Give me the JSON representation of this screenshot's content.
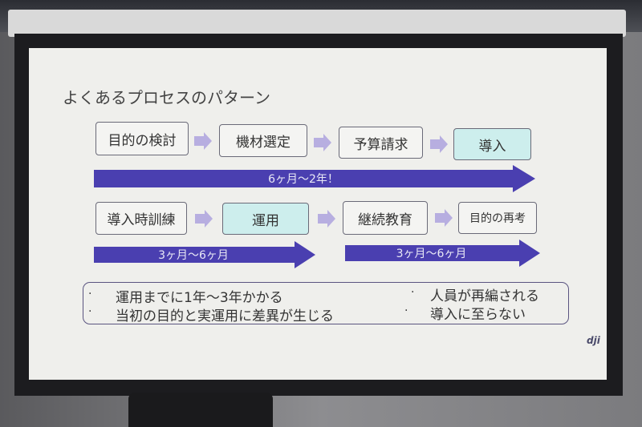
{
  "slide": {
    "title": "よくあるプロセスのパターン",
    "row1": [
      "目的の検討",
      "機材選定",
      "予算請求",
      "導入"
    ],
    "row1_arrow": "6ヶ月〜2年！",
    "row2": [
      "導入時訓練",
      "運用",
      "継続教育",
      "目的の再考"
    ],
    "row2_arrows": [
      "3ヶ月〜6ヶ月",
      "3ヶ月〜6ヶ月"
    ],
    "summary": {
      "left": [
        "運用までに1年〜3年かかる",
        "当初の目的と実運用に差異が生じる"
      ],
      "right": [
        "人員が再編される",
        "導入に至らない"
      ]
    },
    "logo": "dji"
  },
  "colors": {
    "arrow": "#4a3fb0",
    "chevron": "#b7aee0",
    "highlight": "#cdeeed"
  }
}
